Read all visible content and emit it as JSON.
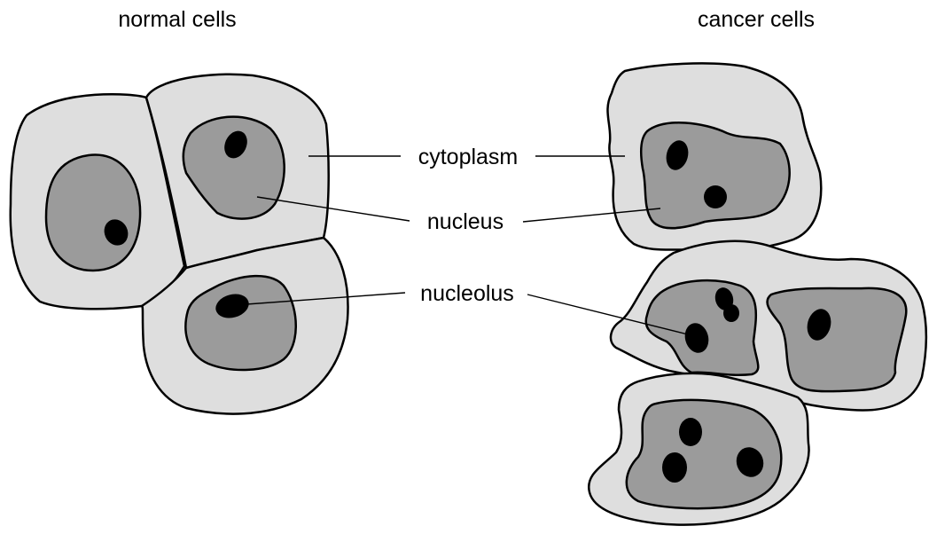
{
  "titles": {
    "normal": "normal cells",
    "cancer": "cancer cells"
  },
  "labels": {
    "cytoplasm": "cytoplasm",
    "nucleus": "nucleus",
    "nucleolus": "nucleolus"
  },
  "colors": {
    "cytoplasm": "#dedede",
    "nucleus": "#9b9b9b",
    "nucleolus": "#000000",
    "outline": "#000000"
  }
}
